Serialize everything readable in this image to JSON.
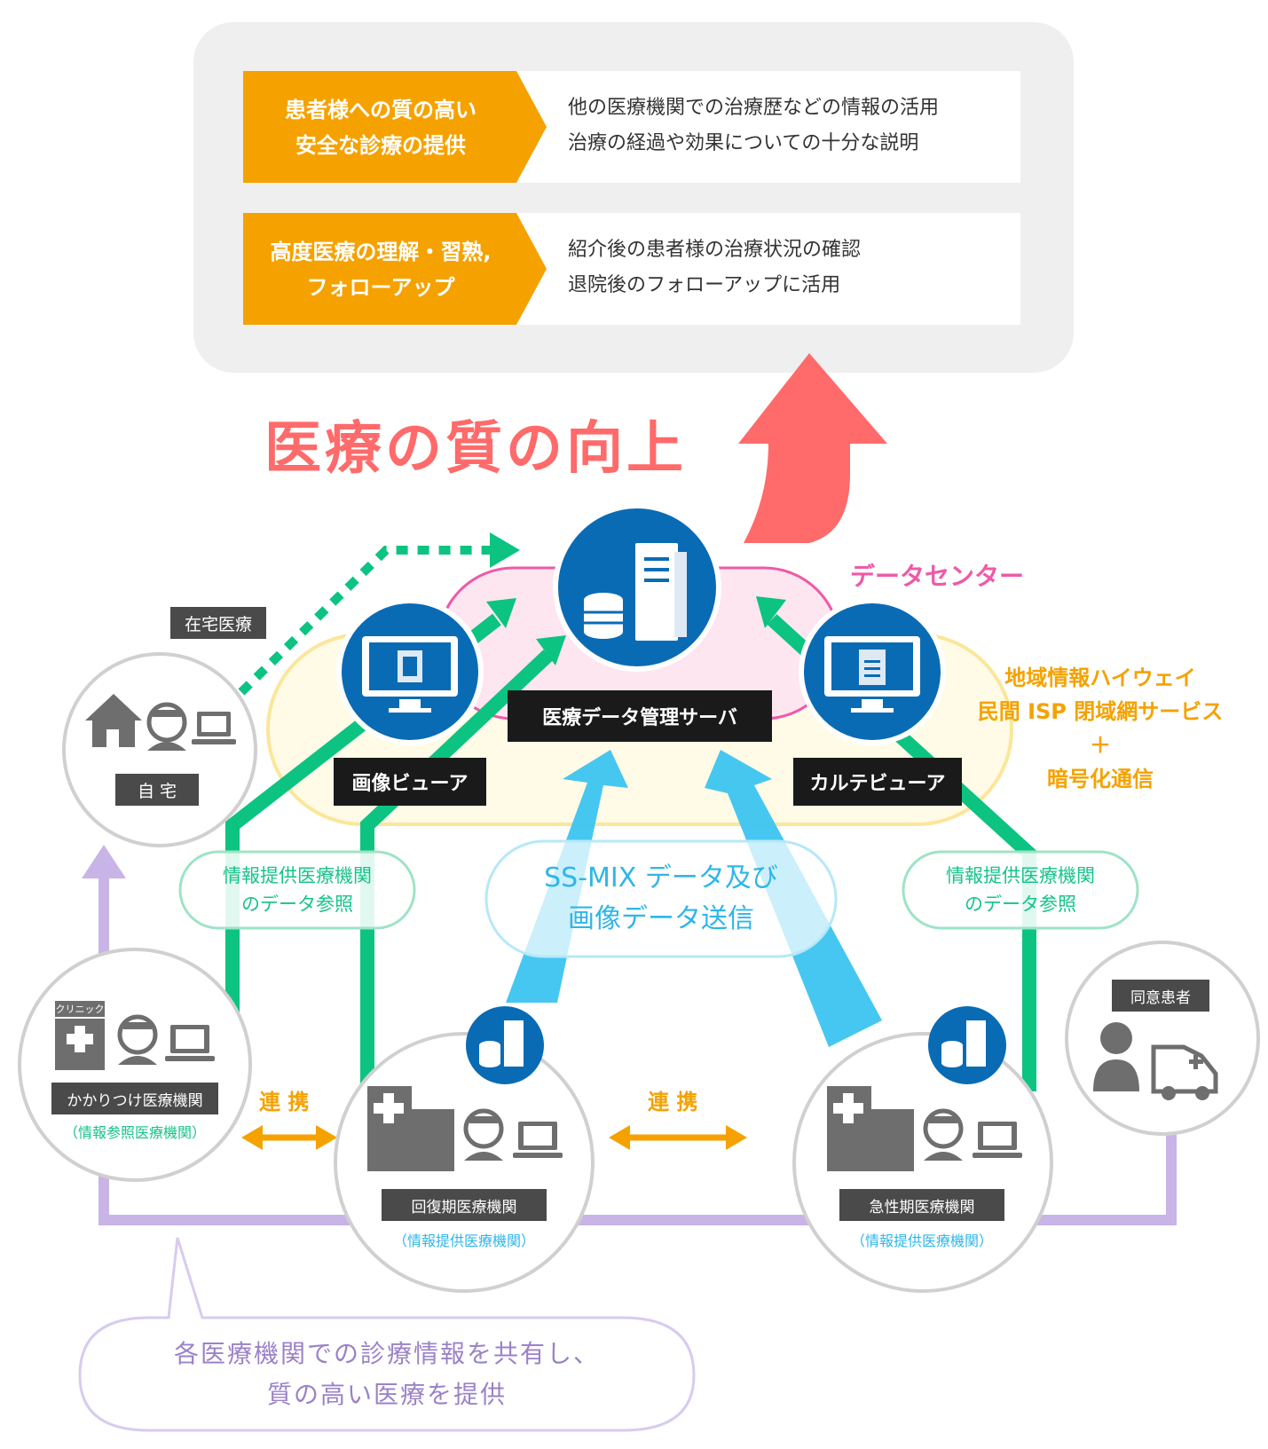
{
  "benefits": [
    {
      "label_line1": "患者様への質の高い",
      "label_line2": "安全な診療の提供",
      "desc_line1": "他の医療機関での治療歴などの情報の活用",
      "desc_line2": "治療の経過や効果についての十分な説明"
    },
    {
      "label_line1": "高度医療の理解・習熟,",
      "label_line2": "フォローアップ",
      "desc_line1": "紹介後の患者様の治療状況の確認",
      "desc_line2": "退院後のフォローアップに活用"
    }
  ],
  "headline": "医療の質の向上",
  "datacenter": {
    "title": "データセンター",
    "server_label": "医療データ管理サーバ",
    "image_viewer_label": "画像ビューア",
    "karte_viewer_label": "カルテビューア"
  },
  "network": {
    "line1": "地域情報ハイウェイ",
    "line2": "民間 ISP 閉域網サービス",
    "line3": "＋",
    "line4": "暗号化通信"
  },
  "home": {
    "tag": "在宅医療",
    "label": "自 宅"
  },
  "bubbles": {
    "left_ref_line1": "情報提供医療機関",
    "left_ref_line2": "のデータ参照",
    "right_ref_line1": "情報提供医療機関",
    "right_ref_line2": "のデータ参照",
    "ssmix_line1": "SS-MIX データ及び",
    "ssmix_line2": "画像データ送信"
  },
  "clinic": {
    "badge": "クリニック",
    "label": "かかりつけ医療機関",
    "sub": "（情報参照医療機関）"
  },
  "recovery": {
    "label": "回復期医療機関",
    "sub": "（情報提供医療機関）"
  },
  "acute": {
    "label": "急性期医療機関",
    "sub": "（情報提供医療機関）"
  },
  "patient": {
    "label": "同意患者"
  },
  "links": {
    "left": "連 携",
    "right": "連 携"
  },
  "caption": {
    "line1": "各医療機関での診療情報を共有し、",
    "line2": "質の高い医療を提供"
  },
  "colors": {
    "orange": "#f5a200",
    "green": "#0cc382",
    "light_blue": "#3cc4f0",
    "red": "#ff6a6a",
    "pink_title": "#ee5aa8",
    "purple": "#c8b4e6",
    "navy": "#0a6bb5",
    "grey_icon": "#6e6e6e"
  }
}
